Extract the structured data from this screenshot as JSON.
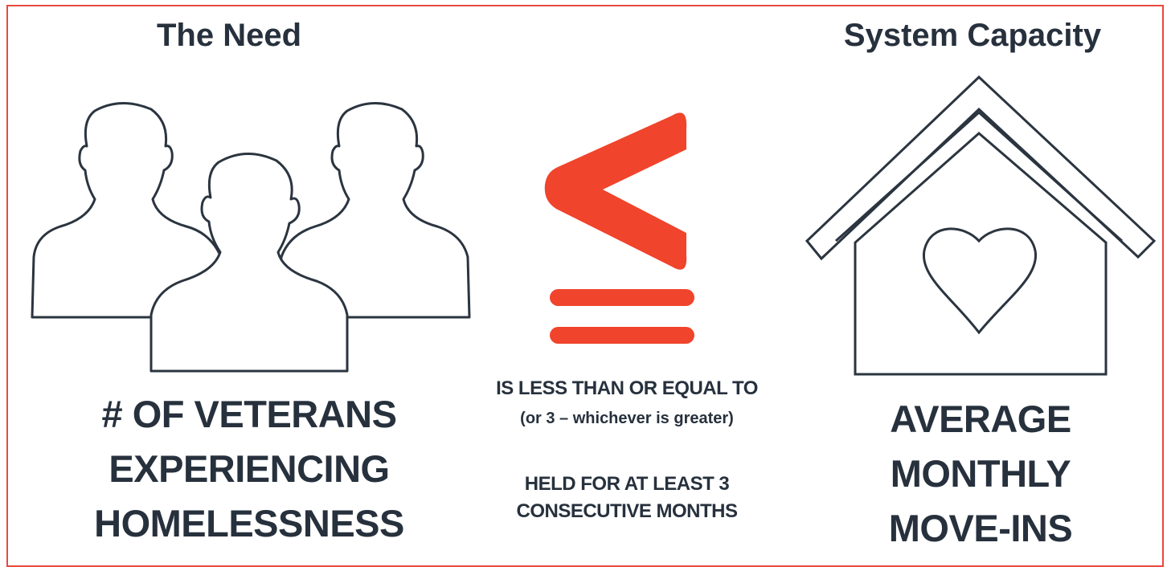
{
  "left": {
    "heading": "The Need",
    "label_lines": [
      "# OF VETERANS",
      "EXPERIENCING",
      "HOMELESSNESS"
    ]
  },
  "middle": {
    "relation": "IS LESS THAN OR EQUAL TO",
    "relation_note": "(or 3 – whichever is greater)",
    "hold_lines": [
      "HELD FOR AT LEAST 3",
      "CONSECUTIVE MONTHS"
    ]
  },
  "right": {
    "heading": "System Capacity",
    "label_lines": [
      "AVERAGE",
      "MONTHLY",
      "MOVE-INS"
    ]
  },
  "colors": {
    "accent": "#f0442c",
    "text": "#27313d",
    "frame": "#e8493f",
    "outline": "#2b3540"
  },
  "icons": [
    "people-group-icon",
    "less-than-or-equal-icon",
    "house-heart-icon"
  ]
}
